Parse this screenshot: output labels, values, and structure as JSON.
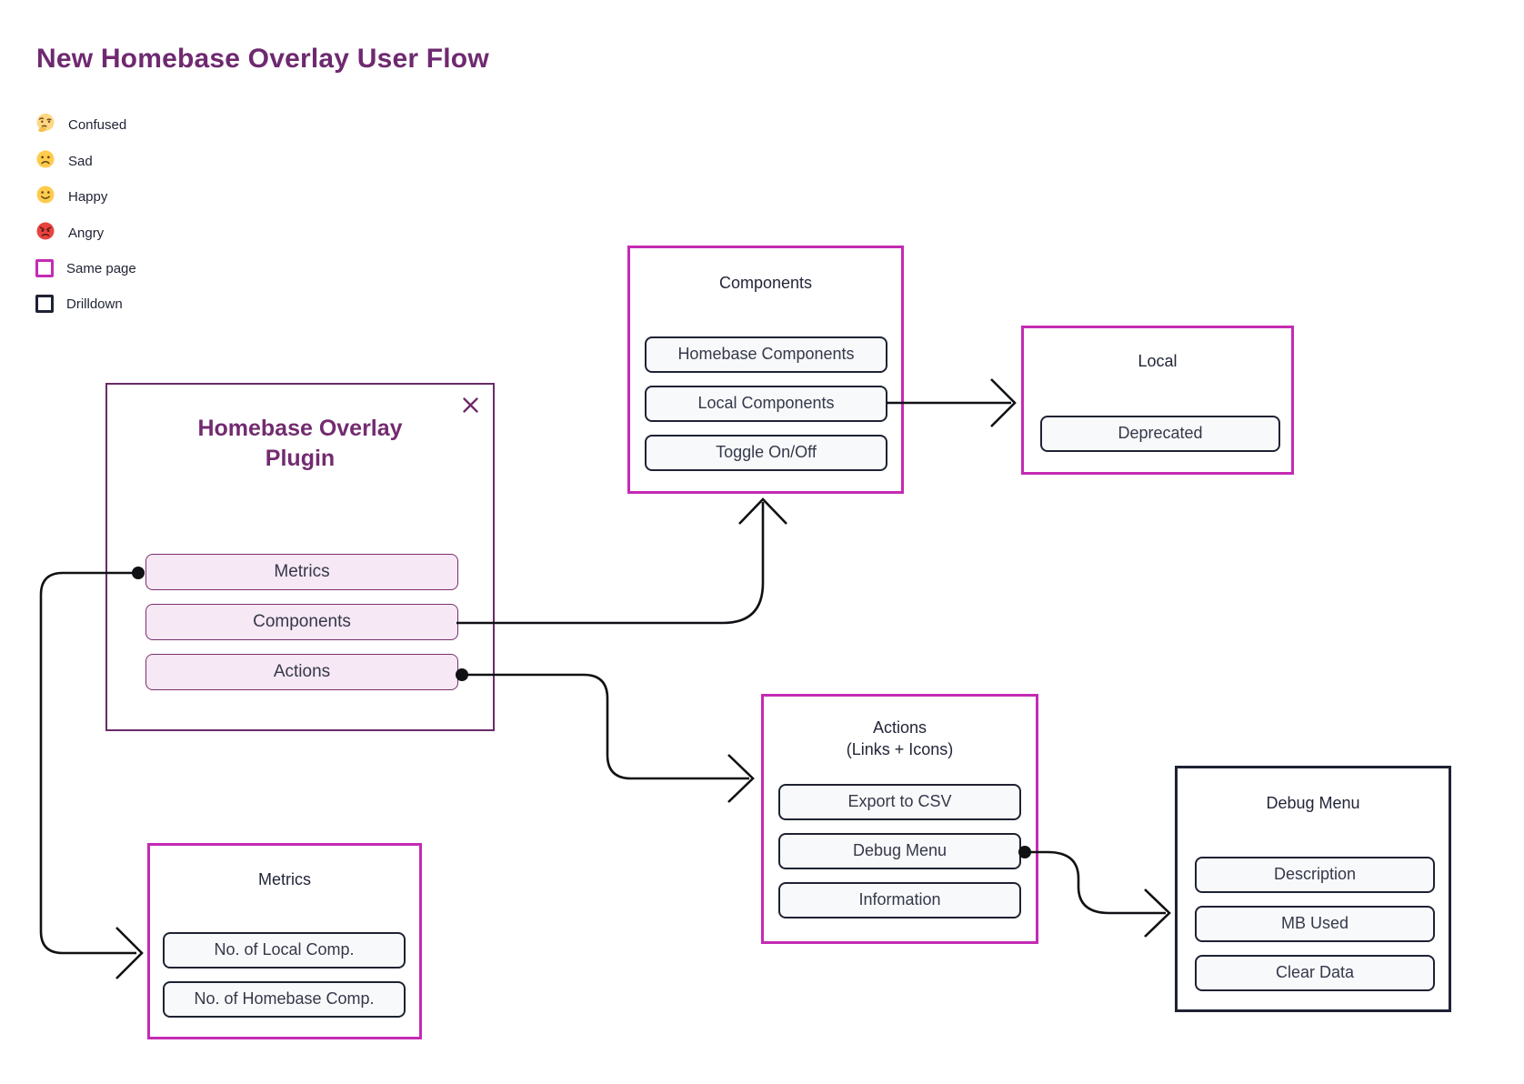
{
  "page": {
    "title": "New Homebase Overlay User Flow"
  },
  "colors": {
    "title_purple": "#6F2970",
    "node_purple_border": "#6B2A69",
    "same_page_magenta": "#C42BB3",
    "drilldown_dark": "#1E2233",
    "plugin_button_fill": "#F6E8F4",
    "menu_button_fill": "#F8F9FB"
  },
  "legend": {
    "items": [
      {
        "icon": "thinking-face-emoji",
        "label": "Confused"
      },
      {
        "icon": "sad-face-emoji",
        "label": "Sad"
      },
      {
        "icon": "happy-face-emoji",
        "label": "Happy"
      },
      {
        "icon": "angry-face-emoji",
        "label": "Angry"
      },
      {
        "icon": "same-page-swatch",
        "label": "Same page"
      },
      {
        "icon": "drilldown-swatch",
        "label": "Drilldown"
      }
    ]
  },
  "nodes": {
    "plugin": {
      "title_line1": "Homebase Overlay",
      "title_line2": "Plugin",
      "close_icon": "close-x",
      "buttons": [
        "Metrics",
        "Components",
        "Actions"
      ]
    },
    "components": {
      "title": "Components",
      "buttons": [
        "Homebase Components",
        "Local Components",
        "Toggle On/Off"
      ]
    },
    "local": {
      "title": "Local",
      "buttons": [
        "Deprecated"
      ]
    },
    "actions": {
      "title_line1": "Actions",
      "title_line2": "(Links + Icons)",
      "buttons": [
        "Export to CSV",
        "Debug Menu",
        "Information"
      ]
    },
    "debug_menu": {
      "title": "Debug Menu",
      "buttons": [
        "Description",
        "MB Used",
        "Clear Data"
      ]
    },
    "metrics": {
      "title": "Metrics",
      "buttons": [
        "No. of Local Comp.",
        "No. of Homebase Comp."
      ]
    }
  }
}
